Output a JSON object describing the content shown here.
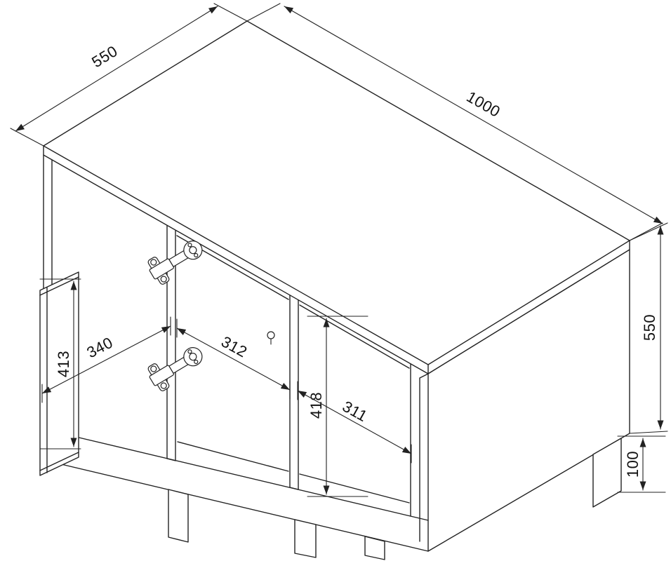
{
  "drawing": {
    "type": "furniture-dimension-diagram",
    "subject": "two-door sideboard cabinet, isometric view with open left door and hinges",
    "background": "#ffffff",
    "line_color": "#222222",
    "dimensions": {
      "depth": "550",
      "width": "1000",
      "height": "550",
      "door_height": "413",
      "door_width": "340",
      "left_bay_width": "312",
      "interior_height": "418",
      "right_bay_width": "311",
      "leg_height": "100"
    }
  }
}
